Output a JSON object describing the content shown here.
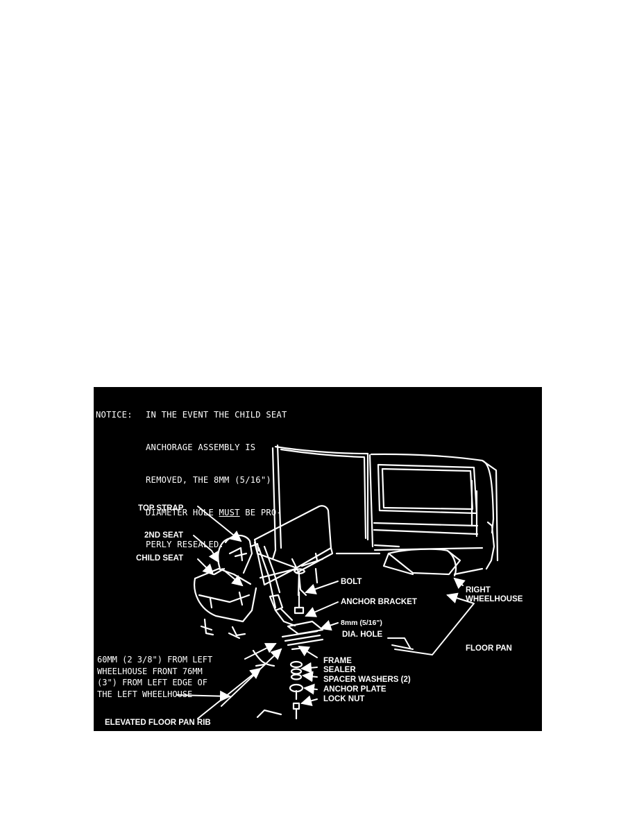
{
  "notice": {
    "prefix": "NOTICE:",
    "line1": "IN THE EVENT THE CHILD SEAT",
    "line2": "ANCHORAGE ASSEMBLY IS",
    "line3": "REMOVED, THE 8MM (5/16\")",
    "line4_a": "DIAMETER HOLE ",
    "line4_must": "MUST",
    "line4_b": " BE PRO-",
    "line5": "PERLY RESEALED."
  },
  "labels": {
    "top_strap": "TOP STRAP",
    "second_seat": "2ND SEAT",
    "child_seat": "CHILD SEAT",
    "bolt": "BOLT",
    "anchor_bracket": "ANCHOR BRACKET",
    "hole_size": "8mm (5/16\")",
    "dia_hole": "DIA. HOLE",
    "right_wheelhouse_1": "RIGHT",
    "right_wheelhouse_2": "WHEELHOUSE",
    "floor_pan": "FLOOR PAN",
    "frame": "FRAME",
    "sealer": "SEALER",
    "spacer_washers": "SPACER WASHERS (2)",
    "anchor_plate": "ANCHOR PLATE",
    "lock_nut": "LOCK NUT",
    "elevated_rib": "ELEVATED FLOOR PAN RIB"
  },
  "location_note": {
    "line1": "60MM (2 3/8\") FROM LEFT",
    "line2": "WHEELHOUSE FRONT 76MM",
    "line3": "(3\") FROM LEFT EDGE OF",
    "line4": "THE LEFT WHEELHOUSE"
  },
  "colors": {
    "background": "#000000",
    "line": "#ffffff",
    "page": "#ffffff"
  }
}
